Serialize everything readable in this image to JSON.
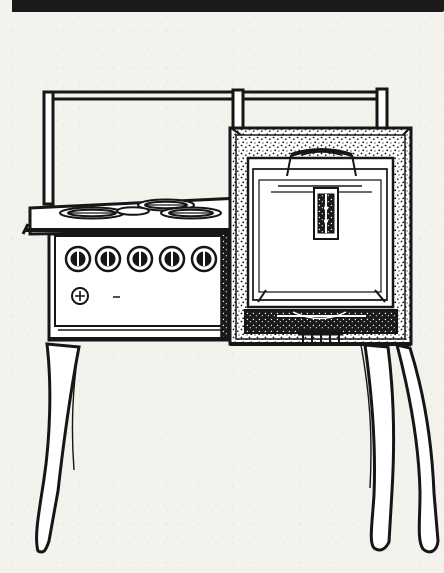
{
  "illustration": {
    "subject": "stove-illustration",
    "ink_color": "#161616",
    "paper_color": "#f3f2ec",
    "control_knob_count": 5,
    "burner_count": 4
  }
}
